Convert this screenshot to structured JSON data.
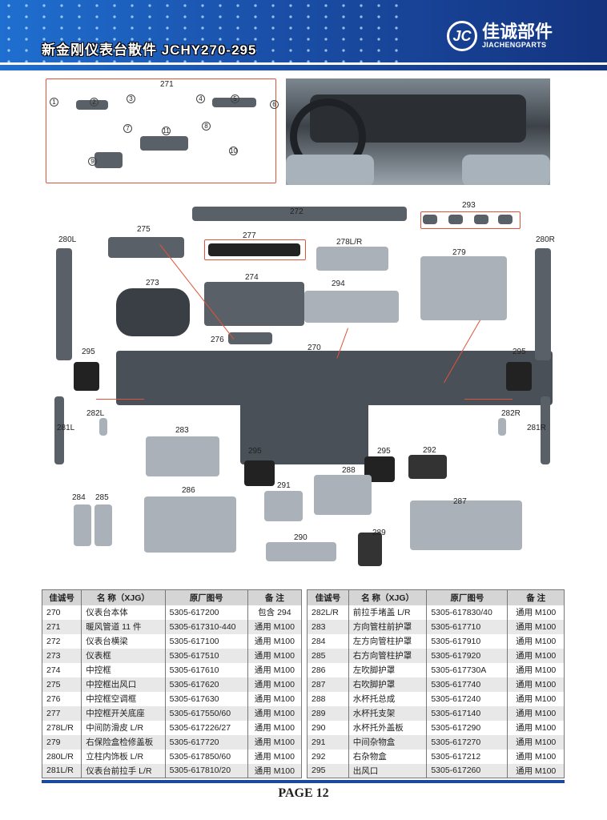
{
  "header": {
    "title": "新金刚仪表台散件  JCHY270-295",
    "logo_cn": "佳诚部件",
    "logo_en": "JIACHENGPARTS",
    "logo_mark": "JC"
  },
  "diagram": {
    "labels": [
      "271",
      "272",
      "293",
      "275",
      "277",
      "278L/R",
      "280L",
      "280R",
      "279",
      "273",
      "274",
      "294",
      "276",
      "270",
      "295",
      "295",
      "282L",
      "282R",
      "281L",
      "281R",
      "283",
      "295",
      "295",
      "292",
      "288",
      "291",
      "284",
      "285",
      "286",
      "287",
      "290",
      "289"
    ],
    "duct_numbers": [
      "1",
      "2",
      "3",
      "4",
      "5",
      "6",
      "7",
      "8",
      "9",
      "10",
      "11"
    ]
  },
  "table": {
    "headers": [
      "佳诚号",
      "名 称（XJG）",
      "原厂图号",
      "备 注"
    ],
    "left": [
      [
        "270",
        "仪表台本体",
        "5305-617200",
        "包含 294"
      ],
      [
        "271",
        "暖风管道 11 件",
        "5305-617310-440",
        "通用 M100"
      ],
      [
        "272",
        "仪表台横梁",
        "5305-617100",
        "通用 M100"
      ],
      [
        "273",
        "仪表框",
        "5305-617510",
        "通用 M100"
      ],
      [
        "274",
        "中控框",
        "5305-617610",
        "通用 M100"
      ],
      [
        "275",
        "中控框出风口",
        "5305-617620",
        "通用 M100"
      ],
      [
        "276",
        "中控框空调框",
        "5305-617630",
        "通用 M100"
      ],
      [
        "277",
        "中控框开关底座",
        "5305-617550/60",
        "通用 M100"
      ],
      [
        "278L/R",
        "中间防滑皮 L/R",
        "5305-617226/27",
        "通用 M100"
      ],
      [
        "279",
        "右保险盒检修盖板",
        "5305-617720",
        "通用 M100"
      ],
      [
        "280L/R",
        "立柱内饰板 L/R",
        "5305-617850/60",
        "通用 M100"
      ],
      [
        "281L/R",
        "仪表台前拉手 L/R",
        "5305-617810/20",
        "通用 M100"
      ]
    ],
    "right": [
      [
        "282L/R",
        "前拉手堵盖 L/R",
        "5305-617830/40",
        "通用 M100"
      ],
      [
        "283",
        "方向管柱前护罩",
        "5305-617710",
        "通用 M100"
      ],
      [
        "284",
        "左方向管柱护罩",
        "5305-617910",
        "通用 M100"
      ],
      [
        "285",
        "右方向管柱护罩",
        "5305-617920",
        "通用 M100"
      ],
      [
        "286",
        "左吹脚护罩",
        "5305-617730A",
        "通用 M100"
      ],
      [
        "287",
        "右吹脚护罩",
        "5305-617740",
        "通用 M100"
      ],
      [
        "288",
        "水杯托总成",
        "5305-617240",
        "通用 M100"
      ],
      [
        "289",
        "水杯托支架",
        "5305-617140",
        "通用 M100"
      ],
      [
        "290",
        "水杯托外盖板",
        "5305-617290",
        "通用 M100"
      ],
      [
        "291",
        "中间杂物盒",
        "5305-617270",
        "通用 M100"
      ],
      [
        "292",
        "右杂物盒",
        "5305-617212",
        "通用 M100"
      ],
      [
        "295",
        "出风口",
        "5305-617260",
        "通用 M100"
      ]
    ]
  },
  "footer": {
    "page": "PAGE 12"
  }
}
